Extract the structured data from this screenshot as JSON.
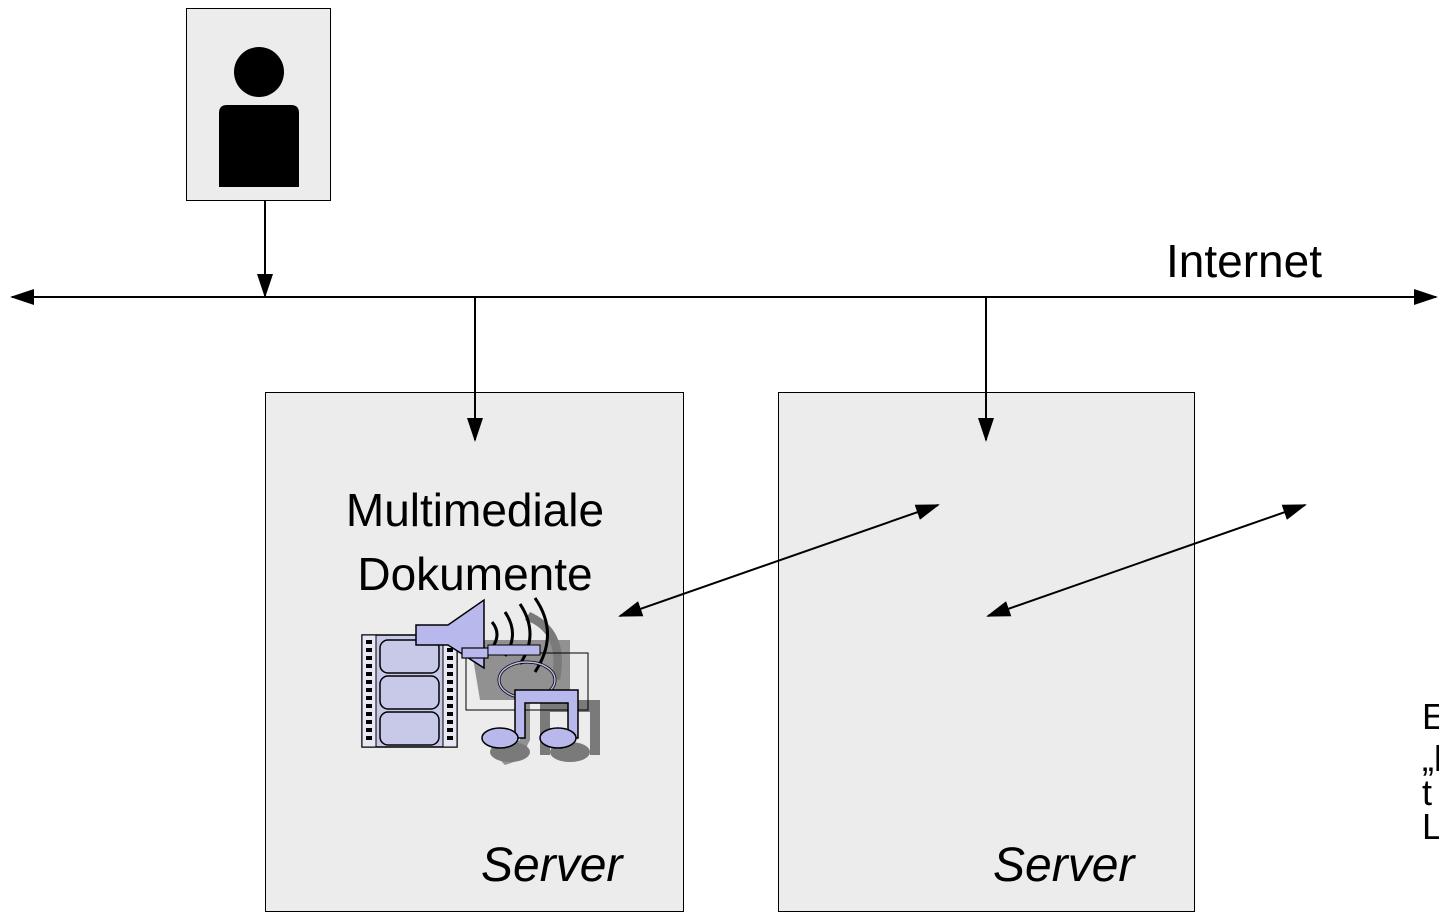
{
  "network": {
    "label": "Internet"
  },
  "servers": [
    {
      "caption": "Server",
      "content_label": [
        "Multimediale",
        "Dokumente"
      ]
    },
    {
      "caption": "Server"
    }
  ],
  "user": {
    "icon": "user-icon"
  },
  "media_clipart": {
    "icon": "multimedia-icon"
  },
  "truncated_text": [
    "E",
    "„l",
    "t",
    "L"
  ]
}
